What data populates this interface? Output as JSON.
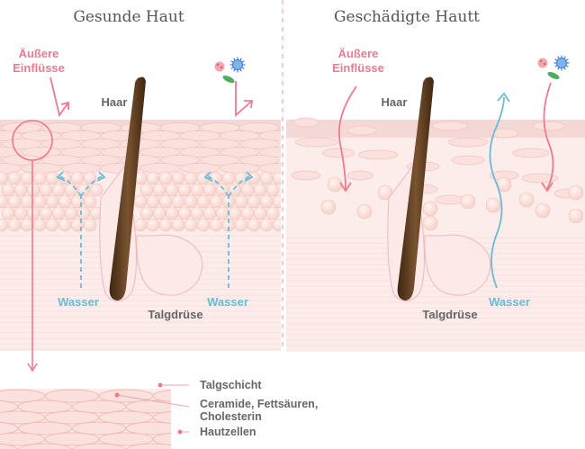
{
  "titles": {
    "left": "Gesunde Haut",
    "right": "Geschädigte Hautt"
  },
  "labels": {
    "external_line1": "Äußere",
    "external_line2": "Einflüsse",
    "hair": "Haar",
    "water": "Wasser",
    "sebaceous_gland": "Talgdrüse"
  },
  "legend": {
    "sebum_layer": "Talgschicht",
    "ceramides_line1": "Ceramide, Fettsäuren,",
    "ceramides_line2": "Cholesterin",
    "skin_cells": "Hautzellen"
  },
  "colors": {
    "pink": "#ee7a8e",
    "blue": "#6bbad6",
    "skin": "#fbe7e3",
    "cell": "#f8d6cf",
    "hair": "#5a3a1e",
    "text": "#666666"
  },
  "icons": [
    "bacteria-icon",
    "virus-icon",
    "germ-icon"
  ]
}
